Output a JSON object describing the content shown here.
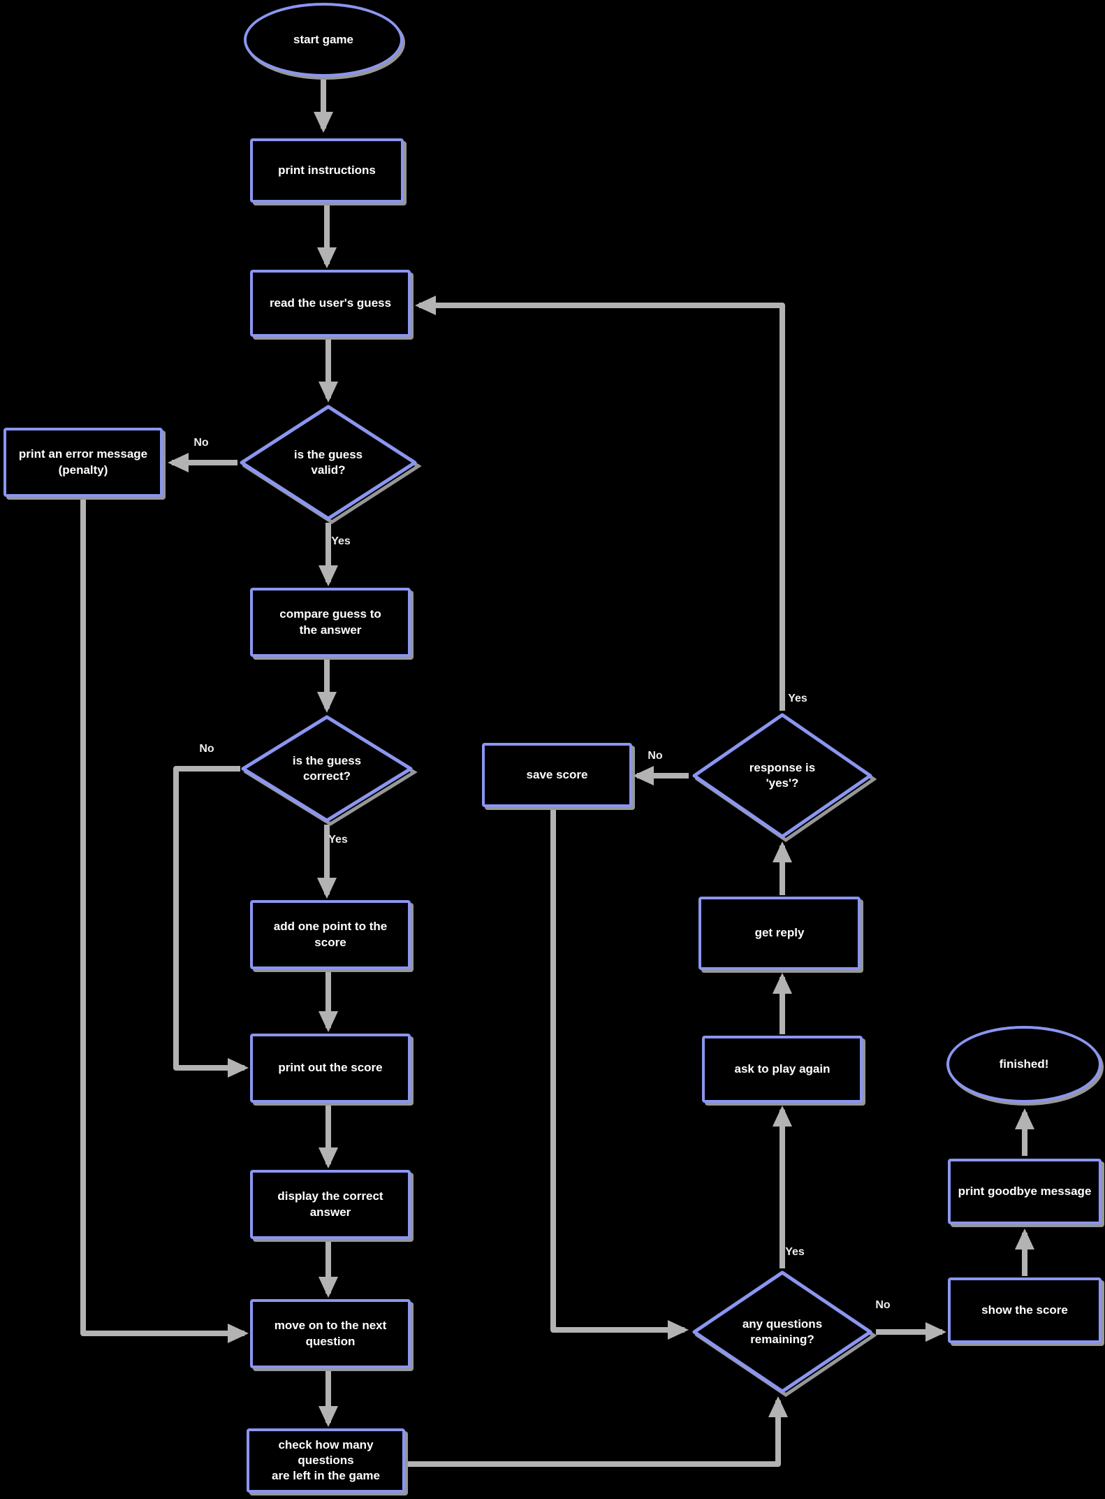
{
  "diagram": {
    "kind": "flowchart",
    "background": "#000000",
    "shape_stroke_color": "#8a96f0",
    "shape_shadow_color": "#979797",
    "arrow_color": "#b3b3b3",
    "text_color": "#ffffff"
  },
  "labels": {
    "yes": "Yes",
    "no": "No"
  },
  "nodes": {
    "start": {
      "shape": "ellipse",
      "label": "start game"
    },
    "print_instructions": {
      "shape": "box",
      "label": "print instructions"
    },
    "read_guess": {
      "shape": "box",
      "label": "read the user's guess"
    },
    "guess_valid": {
      "shape": "diamond",
      "lines": [
        "is the guess",
        "valid?"
      ]
    },
    "error_message": {
      "shape": "box",
      "lines": [
        "print an error message",
        "(penalty)"
      ]
    },
    "compare_guess": {
      "shape": "box",
      "lines": [
        "compare guess to",
        "the answer"
      ]
    },
    "guess_correct": {
      "shape": "diamond",
      "lines": [
        "is the guess",
        "correct?"
      ]
    },
    "add_point": {
      "shape": "box",
      "lines": [
        "add one point to the",
        "score"
      ]
    },
    "print_score": {
      "shape": "box",
      "label": "print out the score"
    },
    "reveal_answer": {
      "shape": "box",
      "lines": [
        "display the correct",
        "answer"
      ]
    },
    "next_question": {
      "shape": "box",
      "lines": [
        "move on to the next",
        "question"
      ]
    },
    "check_remaining": {
      "shape": "box",
      "lines": [
        "check how many questions",
        "are left in the game"
      ]
    },
    "questions_remaining": {
      "shape": "diamond",
      "lines": [
        "any questions",
        "remaining?"
      ]
    },
    "ask_play_again": {
      "shape": "box",
      "label": "ask to play again"
    },
    "get_reply": {
      "shape": "box",
      "label": "get reply"
    },
    "reply_yes": {
      "shape": "diamond",
      "lines": [
        "response is",
        "'yes'?"
      ]
    },
    "save_score": {
      "shape": "box",
      "label": "save score"
    },
    "show_score": {
      "shape": "box",
      "label": "show the score"
    },
    "goodbye": {
      "shape": "box",
      "label": "print goodbye message"
    },
    "end": {
      "shape": "ellipse",
      "label": "finished!"
    }
  },
  "edges": [
    {
      "from": "start",
      "to": "print_instructions"
    },
    {
      "from": "print_instructions",
      "to": "read_guess"
    },
    {
      "from": "read_guess",
      "to": "guess_valid"
    },
    {
      "from": "guess_valid",
      "to": "error_message",
      "label": "No"
    },
    {
      "from": "guess_valid",
      "to": "compare_guess",
      "label": "Yes"
    },
    {
      "from": "error_message",
      "to": "next_question"
    },
    {
      "from": "compare_guess",
      "to": "guess_correct"
    },
    {
      "from": "guess_correct",
      "to": "add_point",
      "label": "Yes"
    },
    {
      "from": "guess_correct",
      "to": "print_score",
      "label": "No"
    },
    {
      "from": "add_point",
      "to": "print_score"
    },
    {
      "from": "print_score",
      "to": "reveal_answer"
    },
    {
      "from": "reveal_answer",
      "to": "next_question"
    },
    {
      "from": "next_question",
      "to": "check_remaining"
    },
    {
      "from": "check_remaining",
      "to": "questions_remaining"
    },
    {
      "from": "questions_remaining",
      "to": "ask_play_again",
      "label": "Yes"
    },
    {
      "from": "questions_remaining",
      "to": "show_score",
      "label": "No"
    },
    {
      "from": "ask_play_again",
      "to": "get_reply"
    },
    {
      "from": "get_reply",
      "to": "reply_yes"
    },
    {
      "from": "reply_yes",
      "to": "read_guess",
      "label": "Yes"
    },
    {
      "from": "reply_yes",
      "to": "save_score",
      "label": "No"
    },
    {
      "from": "save_score",
      "to": "questions_remaining"
    },
    {
      "from": "show_score",
      "to": "goodbye"
    },
    {
      "from": "goodbye",
      "to": "end"
    }
  ]
}
